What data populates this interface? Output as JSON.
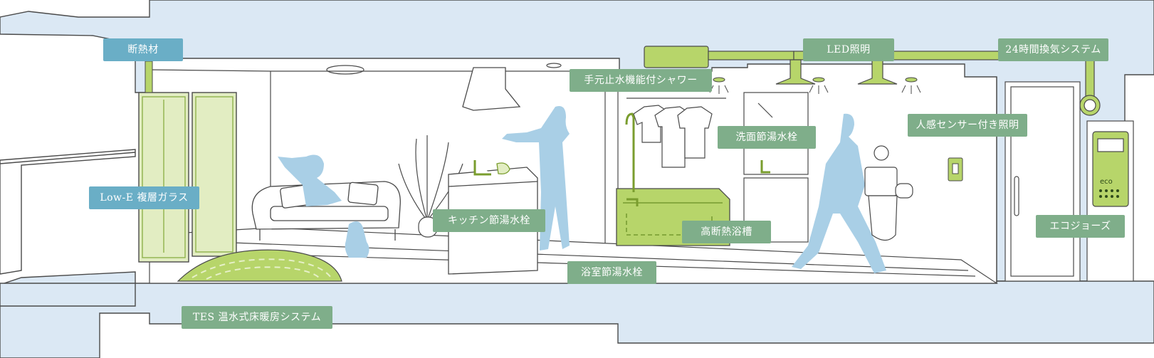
{
  "labels": {
    "insulation": "断熱材",
    "low_e_glass": "Low-E 複層ガラス",
    "tes_floor_heating": "TES 温水式床暖房システム",
    "kitchen_faucet": "キッチン節湯水栓",
    "shower": "手元止水機能付シャワー",
    "bath_faucet": "浴室節湯水栓",
    "wash_faucet": "洗面節湯水栓",
    "insulated_tub": "高断熱浴槽",
    "led_lighting": "LED照明",
    "ventilation": "24時間換気システム",
    "motion_light": "人感センサー付き照明",
    "ecojozu": "エコジョーズ",
    "eco_mark": "eco"
  },
  "colors": {
    "structure_fill": "#dbe8f4",
    "line": "#4a4a4a",
    "accent_green": "#b7d56a",
    "label_green": "#7fae8a",
    "label_blue": "#6aaec6",
    "silhouette": "#a9cfe6"
  }
}
